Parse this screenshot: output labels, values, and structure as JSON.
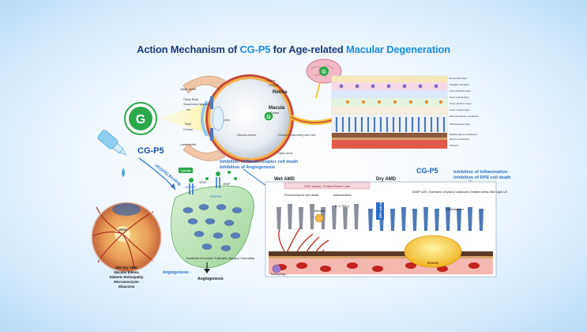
{
  "title": {
    "part1": "Action Mechanism of ",
    "drug": "CG-P5",
    "part2": " for Age-related ",
    "disease": "Macular Degeneration"
  },
  "eye": {
    "labels_left": [
      "Upper eyelid",
      "Ciliary Body",
      "Suspensory ligament",
      "Iris",
      "Pupil",
      "Cornea",
      "Lower eyelid"
    ],
    "labels_right": [
      "Sclera",
      "Choroid",
      "Retina",
      "Macula",
      "Fovea"
    ],
    "lens": "Lens",
    "vitreous": "Vitreous humor",
    "optic": "Central retinal artery and Vein",
    "optic_nerve": "Optic nerve"
  },
  "retina_layers": [
    "Nerve fiber layer",
    "Ganglion cell layer",
    "Inner plexiform layer",
    "Inner nuclear layer",
    "Outer plexiform layer",
    "Outer nuclear layer",
    "External limiting membrane",
    "Photoreceptor layer",
    "Retinal pigment epithelium",
    "Bruch's membrane",
    "Choroid"
  ],
  "drug_name": "CG-P5",
  "vegfr2_binding": "VEGFR2 Binding",
  "vegfr2_short": "VEGFR2",
  "vegf": "VEGF",
  "cascade": "Endothelial cell survival, Proliferation, Migration, Permeability",
  "angiogenesis_down": "Angiogenesis ↓",
  "angiogenesis": "Angiogenesis",
  "fundus_conditions": [
    "Wet Dry AMD",
    "Macular Edema",
    "Diabetic Retinopathy",
    "Microaneurysm",
    "Glaucoma"
  ],
  "inhibition_left": [
    "Inhibition of Photoreceptor cell death",
    "Inhibition of Angiogenesis"
  ],
  "inhibition_right": [
    "Inhibition of Inflammation",
    "Inhibition of RPE cell death"
  ],
  "wet_amd": "Wet AMD",
  "dry_amd": "Dry AMD",
  "cnv_banner": "CNV Lesion, Central Vision Loss",
  "photoreceptor_death": "Photoreceptor cell death",
  "inflammation": "Inflammation",
  "cytokines": "IL-1, TNF-α",
  "rpe_death": "RPE cell death",
  "damp": "DAMP (A2E, Cholesterol, Amyloid-β Lipofuscin) Oxidative stress, Blue Light, UV",
  "drusen": "Drusen",
  "macrophage": "Macrophage",
  "microglia": "Microglia",
  "vegf_small": "VEGF",
  "colors": {
    "title_dark": "#1e3b7a",
    "title_accent": "#1a8ee0",
    "drug_green": "#2aa84a",
    "inhibit_blue": "#2a6fc9"
  },
  "icons": [
    "cg-logo-icon",
    "eye-dropper-icon",
    "brain-icon",
    "inhibit-arrow-icon"
  ]
}
